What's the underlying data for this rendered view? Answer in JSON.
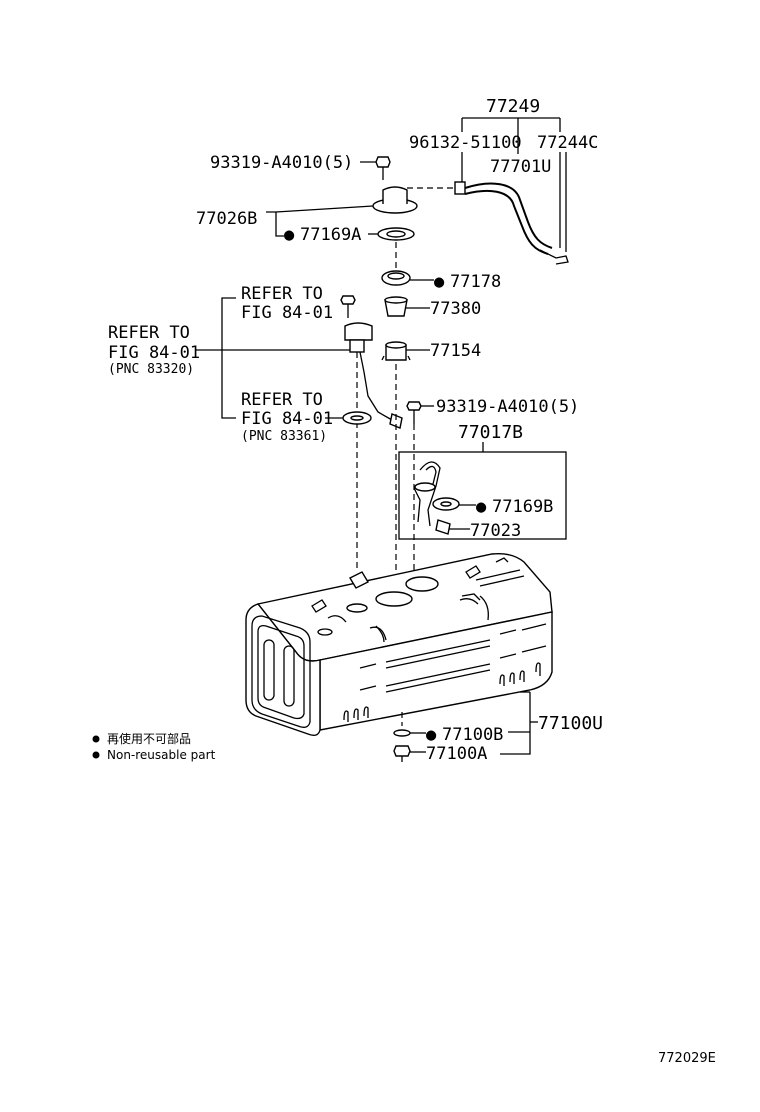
{
  "labels": {
    "p77249": "77249",
    "p96132": "96132-51100",
    "p77244c": "77244C",
    "p77701u": "77701U",
    "p93319_top": "93319-A4010(5)",
    "p77026b": "77026B",
    "p77169a": "77169A",
    "p77178": "77178",
    "p77380": "77380",
    "p77154": "77154",
    "p93319_mid": "93319-A4010(5)",
    "p77017b": "77017B",
    "p77169b": "77169B",
    "p77023": "77023",
    "p77100u": "77100U",
    "p77100b": "77100B",
    "p77100a": "77100A"
  },
  "refs": {
    "ref1_line1": "REFER TO",
    "ref1_line2": "FIG 84-01",
    "ref2_line1": "REFER TO",
    "ref2_line2": "FIG 84-01",
    "ref2_line3": "(PNC 83320)",
    "ref3_line1": "REFER TO",
    "ref3_line2": "FIG 84-01",
    "ref3_line3": "(PNC 83361)"
  },
  "legend": {
    "line1": "再使用不可部品",
    "line2": "Non-reusable part"
  },
  "diagram_code": "772029E",
  "bullet_symbol": "●"
}
